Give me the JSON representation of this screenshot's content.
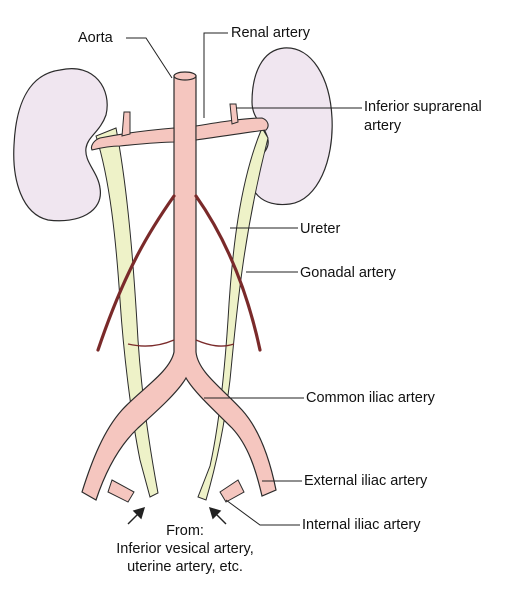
{
  "labels": {
    "aorta": "Aorta",
    "renal_artery": "Renal artery",
    "inferior_suprarenal_line1": "Inferior suprarenal",
    "inferior_suprarenal_line2": "artery",
    "ureter": "Ureter",
    "gonadal_artery": "Gonadal artery",
    "common_iliac_artery": "Common iliac artery",
    "external_iliac_artery": "External iliac artery",
    "internal_iliac_artery": "Internal iliac artery"
  },
  "footnote": {
    "line1": "From:",
    "line2": "Inferior vesical artery,",
    "line3": "uterine artery, etc."
  },
  "colors": {
    "kidney_fill": "#f0e6f0",
    "artery_fill": "#f5c6bf",
    "ureter_fill": "#eef2c8",
    "gonadal_artery": "#7a2a2a",
    "outline": "#2b2b2b"
  }
}
